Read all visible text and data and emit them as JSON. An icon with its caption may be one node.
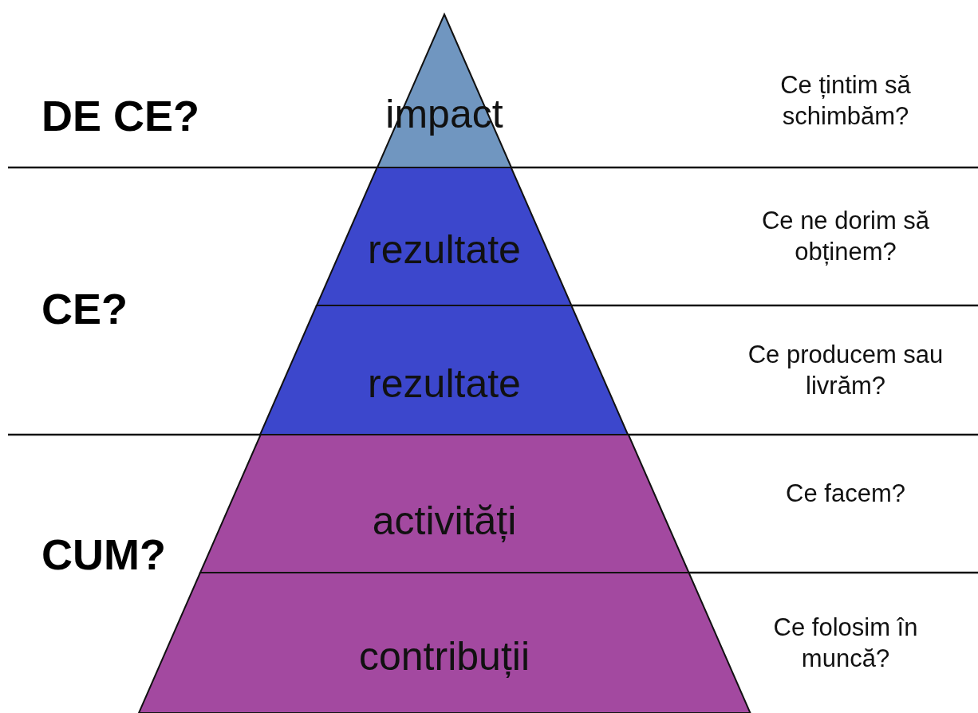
{
  "diagram": {
    "nodes": [
      {
        "text": [
          "impact"
        ]
      },
      {
        "text": [
          "rezultate"
        ]
      },
      {
        "text": [
          "rezultate"
        ]
      },
      {
        "text": [
          "activități"
        ]
      },
      {
        "text": [
          "contribuții"
        ]
      }
    ],
    "labels": [
      "DE CE?",
      "Ce țintim să schimbăm?",
      "Ce ne dorim să obținem?",
      "CE?",
      "Ce producem sau livrăm?",
      "Ce facem?",
      "CUM?",
      "Ce folosim în muncă?"
    ]
  }
}
